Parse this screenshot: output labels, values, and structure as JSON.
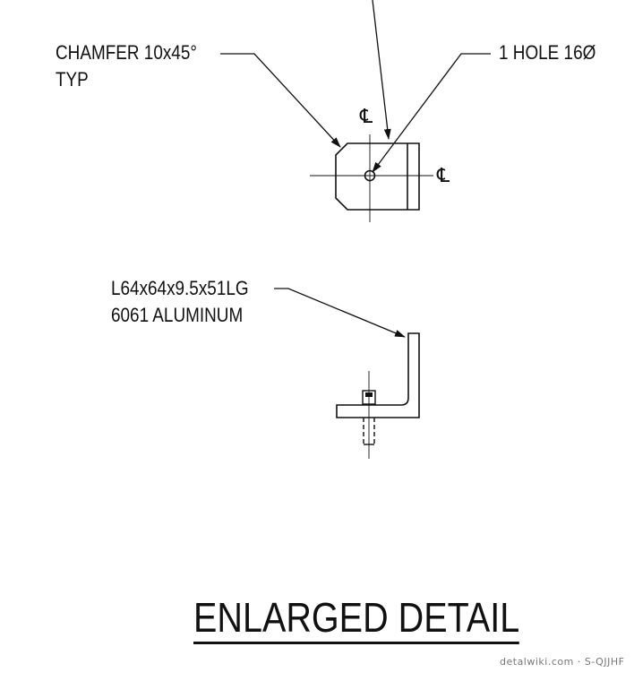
{
  "labels": {
    "chamfer": [
      "CHAMFER 10x45°",
      "TYP"
    ],
    "hole": "1 HOLE 16Ø",
    "angle": [
      "L64x64x9.5x51LG",
      "6061 ALUMINUM"
    ],
    "centerline_symbol": "℄"
  },
  "title": "ENLARGED DETAIL",
  "credit": "detalwiki.com · S-QJJHF",
  "colors": {
    "ink": "#111111",
    "background": "#ffffff",
    "credit": "#777777"
  }
}
